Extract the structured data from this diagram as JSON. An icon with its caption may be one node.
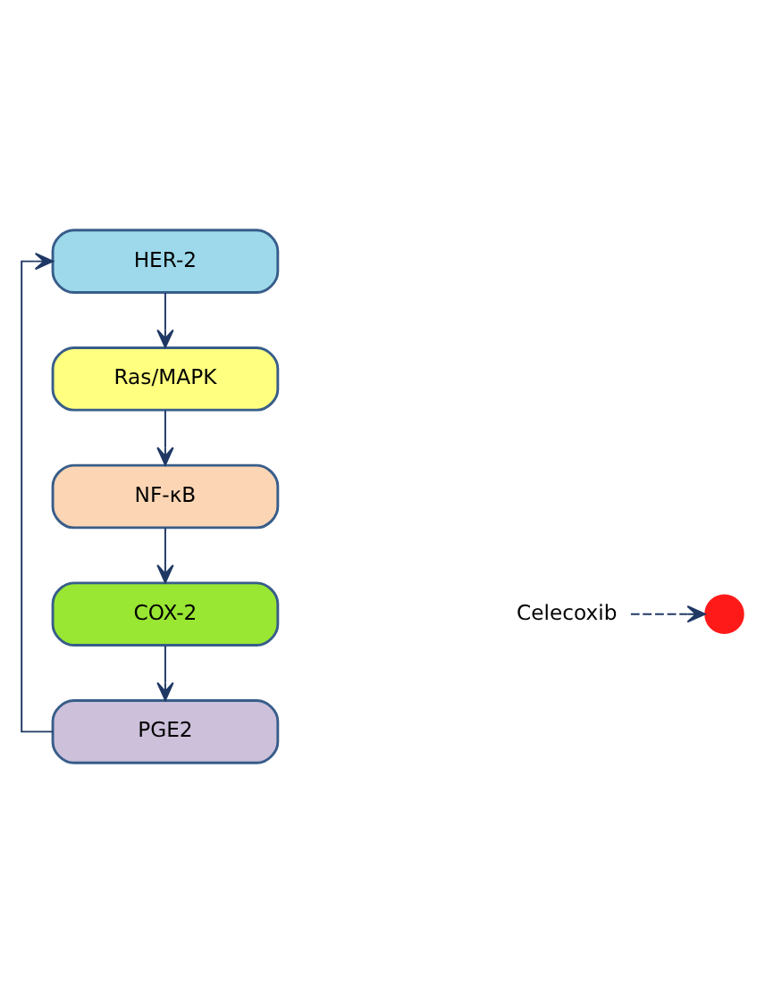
{
  "diagram": {
    "nodes": [
      {
        "text": [
          "HER-2"
        ]
      },
      {
        "text": [
          "Ras/MAPK"
        ]
      },
      {
        "text": [
          "NF-κB"
        ]
      },
      {
        "text": [
          "COX-2"
        ]
      },
      {
        "text": [
          "PGE2"
        ]
      },
      {
        "text": [],
        "shape": "circle"
      },
      {
        "text": [
          "Celecoxib"
        ]
      }
    ],
    "edges": [
      {
        "from": 0,
        "to": 1,
        "arrow": "to"
      },
      {
        "from": 1,
        "to": 2,
        "arrow": "to"
      },
      {
        "from": 2,
        "to": 3,
        "arrow": "to"
      },
      {
        "from": 3,
        "to": 4,
        "arrow": "to"
      },
      {
        "from": 4,
        "to": 0,
        "arrow": "to"
      },
      {
        "from": 6,
        "to": 5,
        "arrow": "to",
        "style": "dashed"
      }
    ]
  }
}
